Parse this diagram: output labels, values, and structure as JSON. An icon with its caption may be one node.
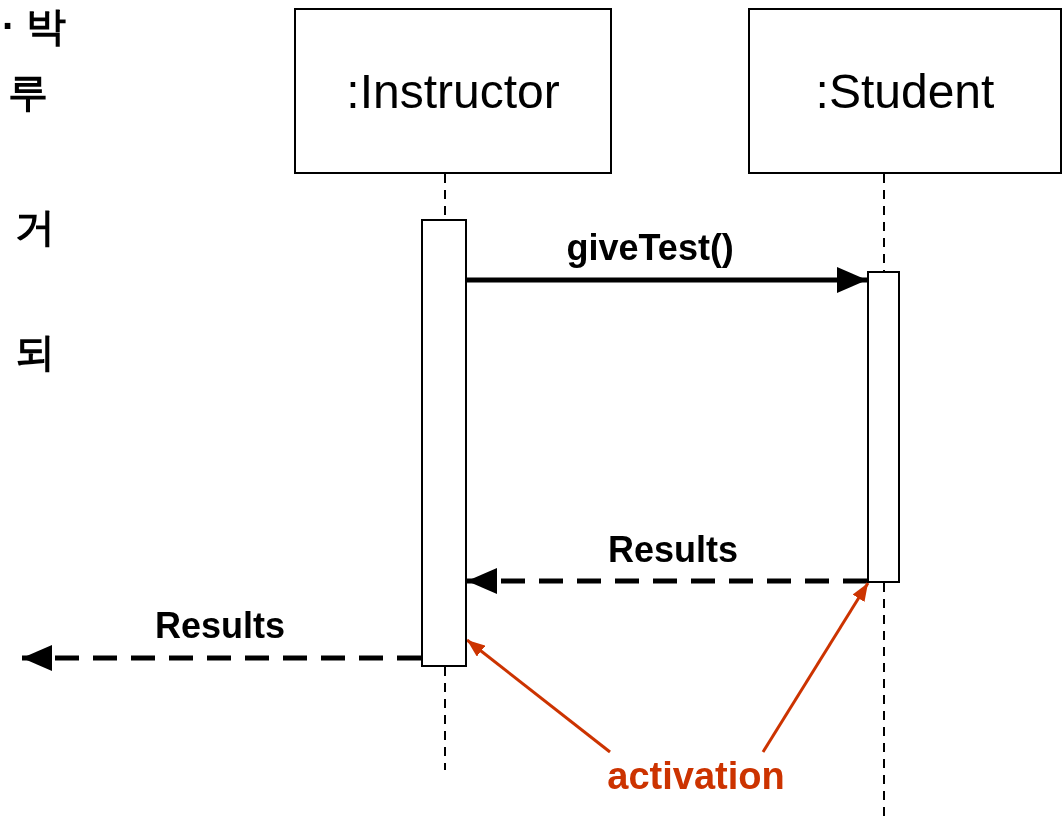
{
  "diagram": {
    "nodes": [
      {
        "text": [
          ":Instructor"
        ]
      },
      {
        "text": [
          ":Student"
        ]
      },
      {
        "text": [],
        "shape": "bar"
      },
      {
        "text": [],
        "shape": "bar"
      },
      {
        "text": [
          "activation"
        ]
      }
    ],
    "edges": [
      {
        "from": 0,
        "to": 2,
        "arrow": "none",
        "style": "dashed"
      },
      {
        "from": 1,
        "to": 3,
        "arrow": "none",
        "style": "dashed"
      },
      {
        "from": 2,
        "to": null,
        "arrow": "none",
        "style": "dashed"
      },
      {
        "from": 3,
        "to": null,
        "arrow": "none",
        "style": "dashed"
      },
      {
        "from": 2,
        "to": 3,
        "arrow": "to",
        "label": "giveTest()"
      },
      {
        "from": 3,
        "to": 2,
        "arrow": "to",
        "label": "Results",
        "style": "dashed"
      },
      {
        "from": 2,
        "to": null,
        "arrow": "to",
        "label": "Results",
        "style": "dashed"
      },
      {
        "from": 4,
        "to": 2,
        "arrow": "to",
        "color": "#cc3300"
      },
      {
        "from": 4,
        "to": 3,
        "arrow": "to",
        "color": "#cc3300"
      }
    ],
    "labels": [
      "· 박",
      "루",
      "거",
      "되"
    ]
  }
}
